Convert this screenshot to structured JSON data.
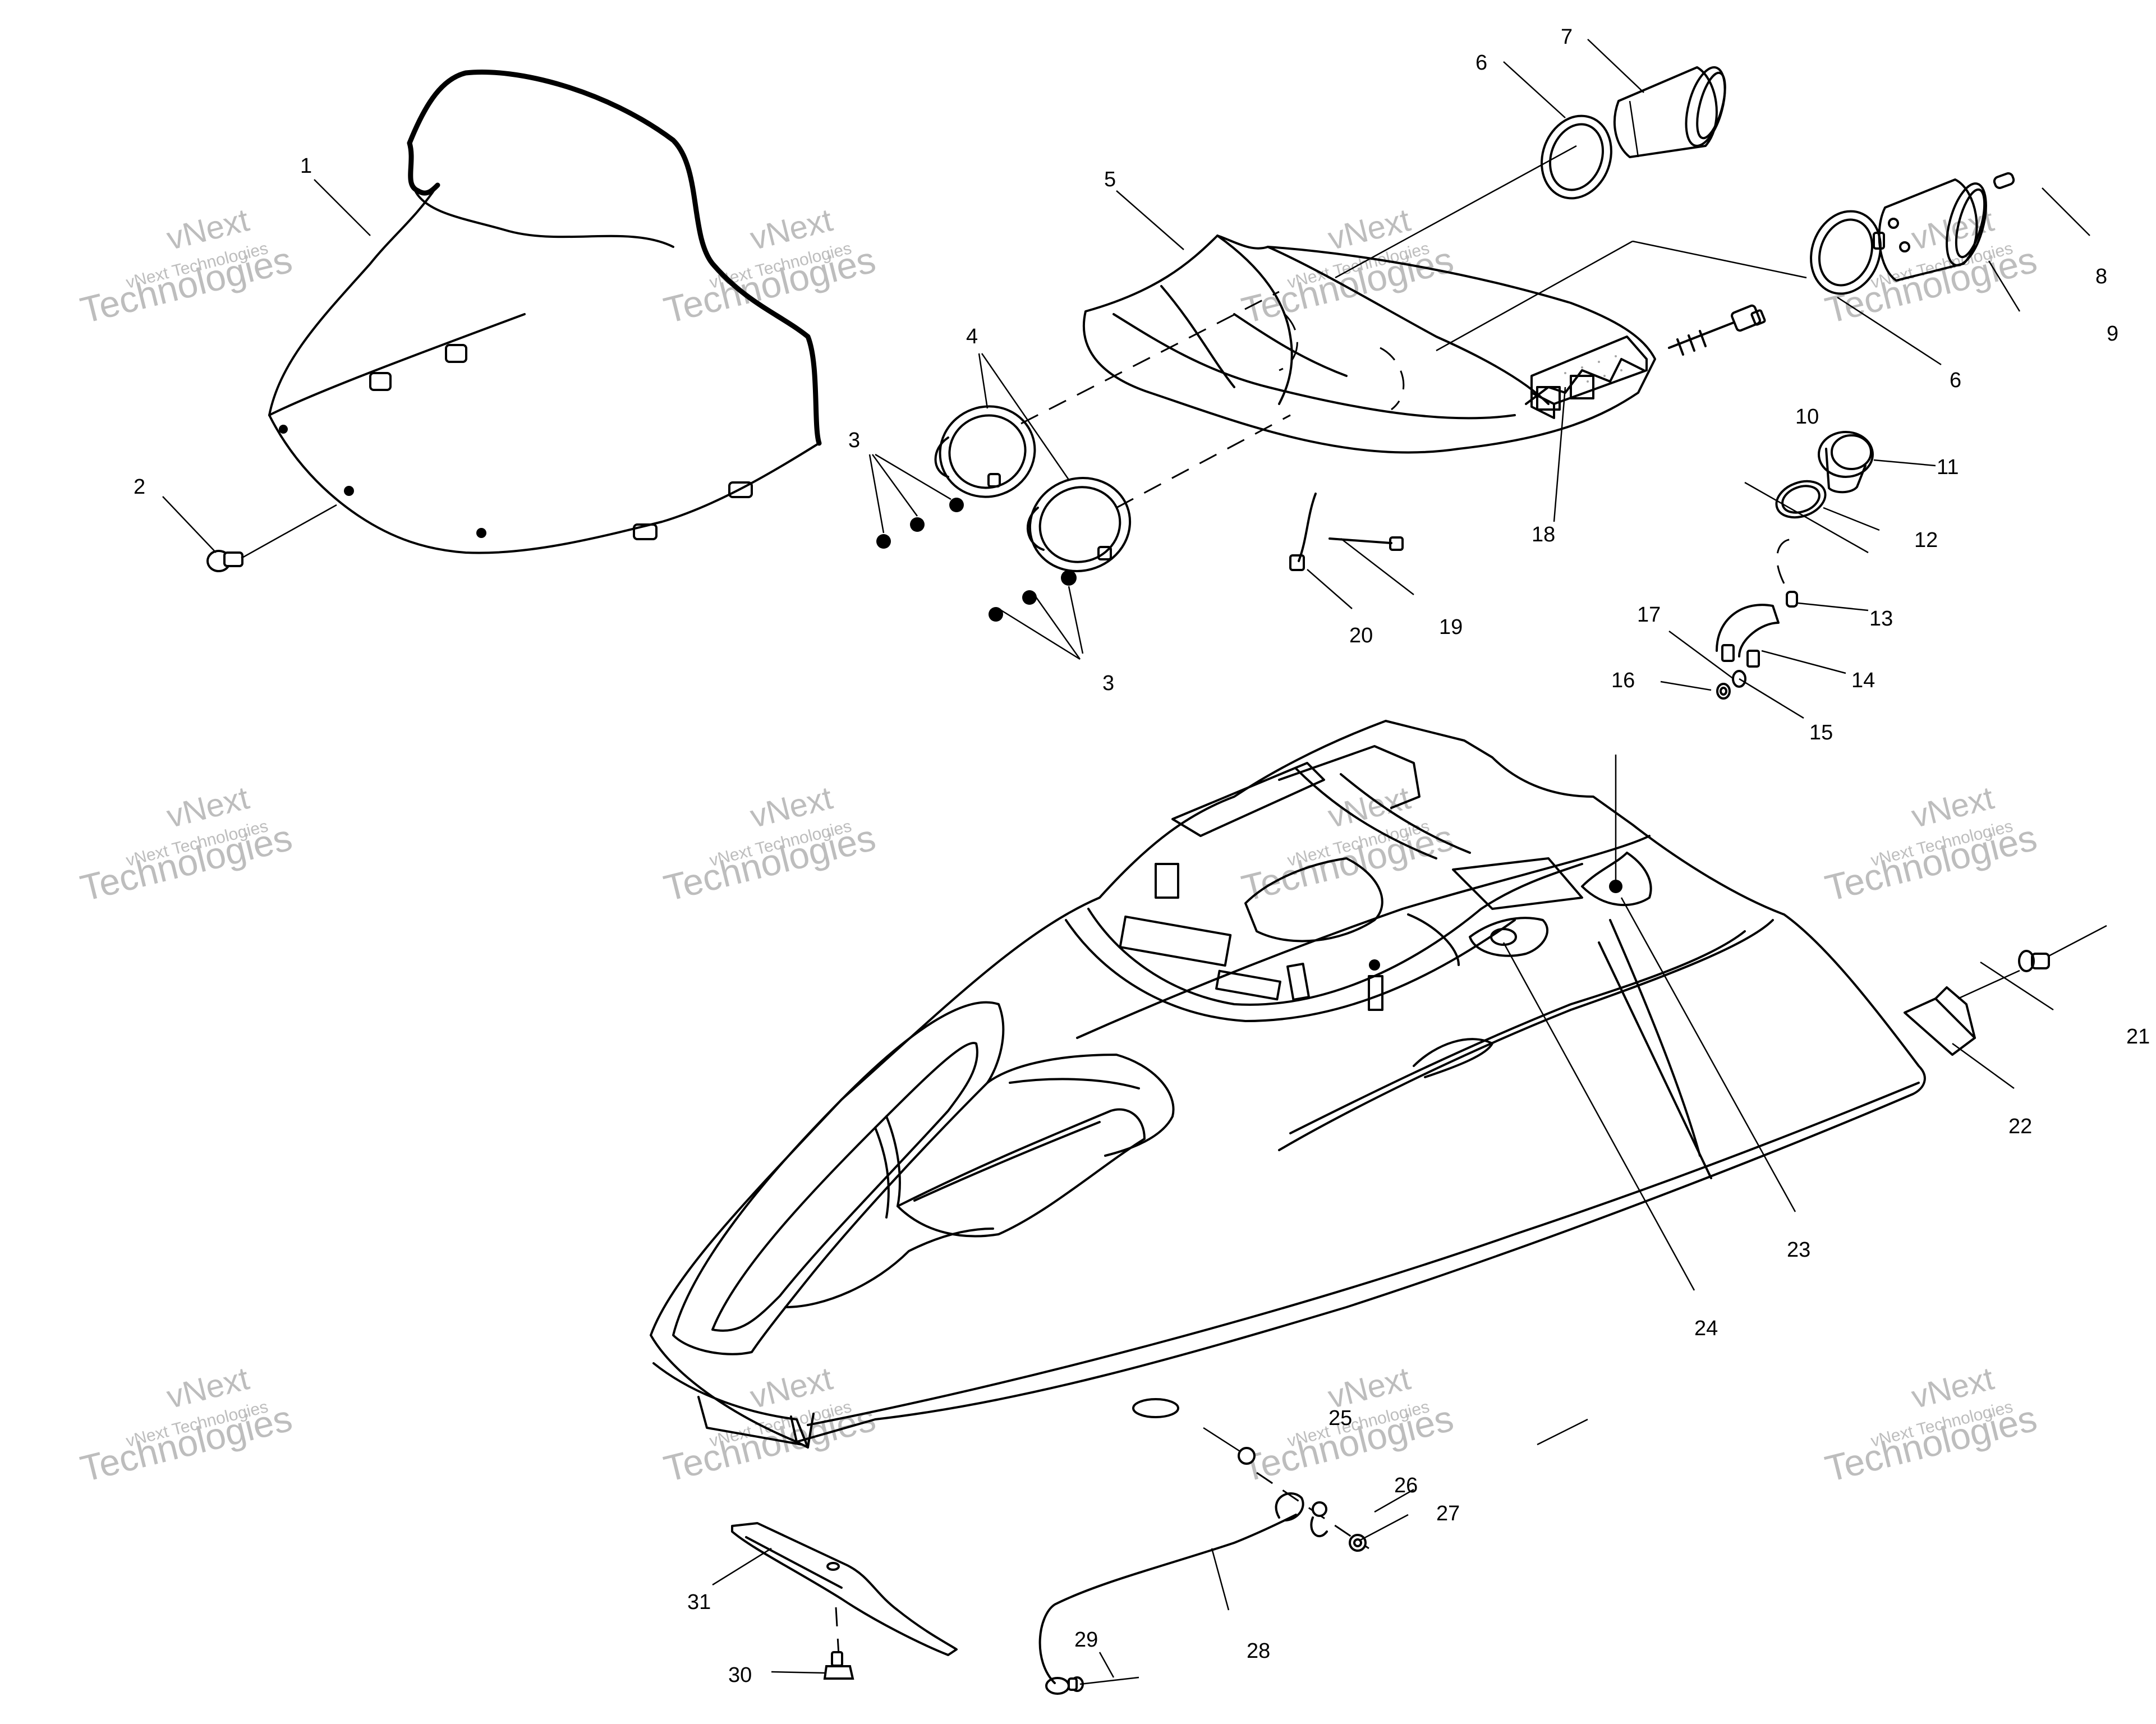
{
  "callouts": [
    "1",
    "2",
    "3",
    "3",
    "4",
    "5",
    "6",
    "6",
    "7",
    "8",
    "9",
    "10",
    "11",
    "12",
    "13",
    "14",
    "15",
    "16",
    "17",
    "18",
    "19",
    "20",
    "21",
    "22",
    "23",
    "24",
    "25",
    "26",
    "27",
    "28",
    "29",
    "30",
    "31"
  ],
  "watermark": {
    "brand": "vNext",
    "company": "vNext Technologies",
    "word": "Technologies",
    "color": "#bdbdbd"
  },
  "colors": {
    "ink": "#000000",
    "paper": "#ffffff"
  }
}
